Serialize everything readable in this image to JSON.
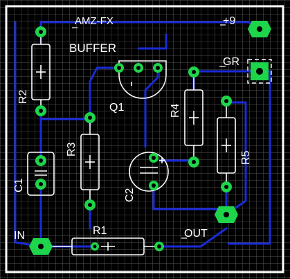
{
  "colors": {
    "background": "#000000",
    "grid": "#6b6b6b",
    "outline": "#ffffff",
    "trace": "#1a2bd8",
    "pad": "#1ed44a",
    "silk": "#ffffff"
  },
  "labels": {
    "title": "AMZ-FX",
    "subtitle": "BUFFER",
    "supply": "+9",
    "ground": "GR",
    "input": "IN",
    "output": "OUT"
  },
  "components": {
    "r1": "R1",
    "r2": "R2",
    "r3": "R3",
    "r4": "R4",
    "r5": "R5",
    "c1": "C1",
    "c2": "C2",
    "q1": "Q1"
  }
}
